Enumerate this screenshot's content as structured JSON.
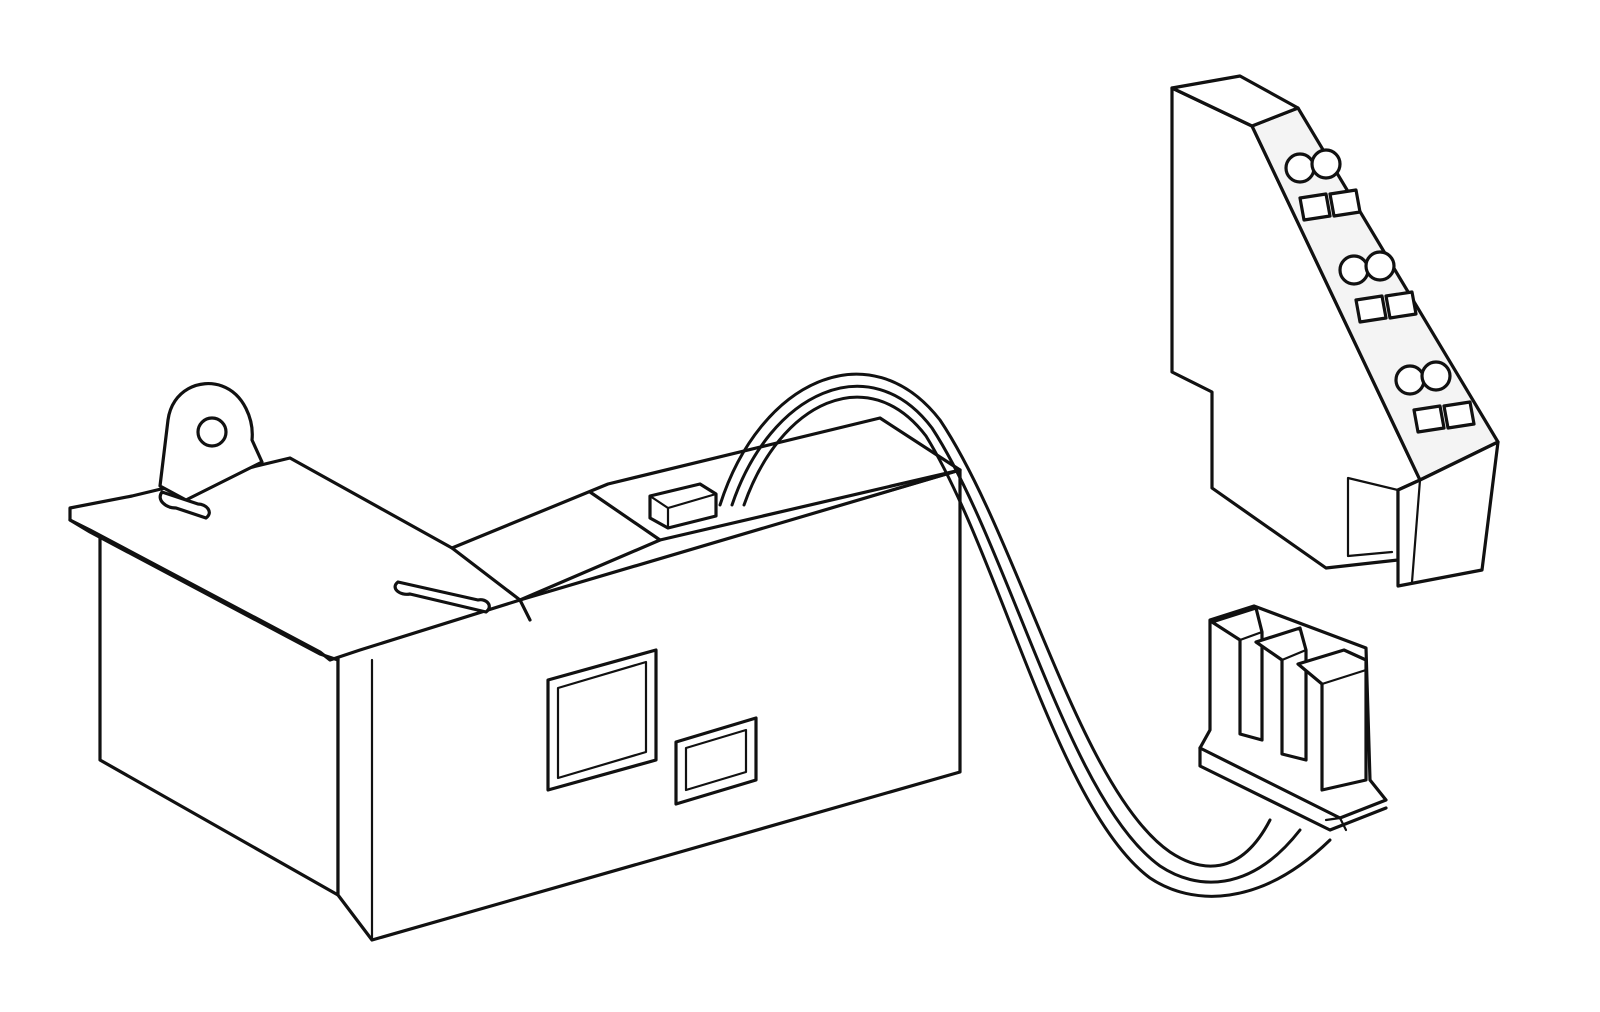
{
  "diagram": {
    "line_color": "#111111",
    "background_color": "#ffffff",
    "components": [
      {
        "id": "mounting-bracket",
        "icon": "bracket-with-eyelet-icon"
      },
      {
        "id": "wire-harness",
        "icon": "cable-icon"
      },
      {
        "id": "terminal-block",
        "icon": "terminal-block-icon"
      },
      {
        "id": "plug-connector",
        "icon": "plug-connector-icon"
      }
    ]
  }
}
